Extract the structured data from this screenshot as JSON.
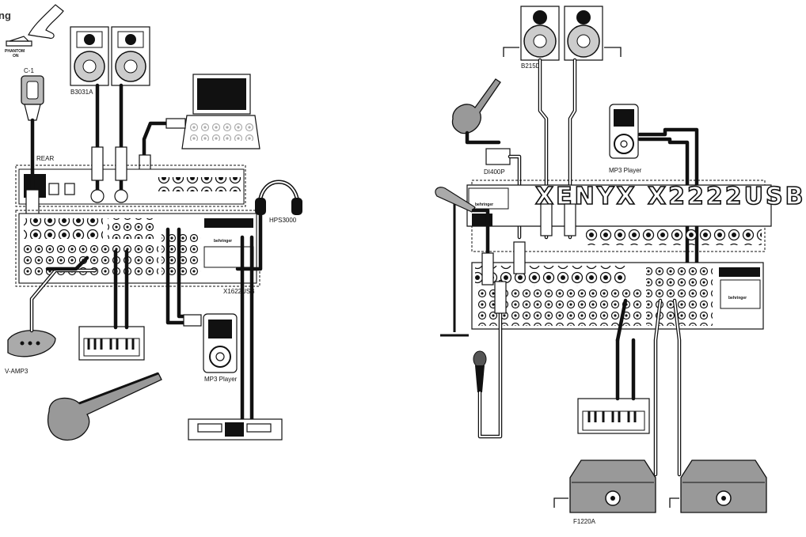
{
  "heading_fragment": "ng",
  "phantom_label": "PHANTOM\nON",
  "left_setup": {
    "mic_label": "C-1",
    "monitor_label": "B3031A",
    "rear_label": "REAR",
    "headphones_label": "HPS3000",
    "mixer_label": "X1622USB",
    "mixer_brand": "behringer",
    "modeler_label": "V-AMP3",
    "player_label": "MP3 Player"
  },
  "right_setup": {
    "speakers_label": "B215D",
    "di_label": "DI400P",
    "player_label": "MP3 Player",
    "mixer_title": "XENYX X2222USB",
    "mixer_brand": "behringer",
    "floor_monitor_label": "F1220A"
  }
}
